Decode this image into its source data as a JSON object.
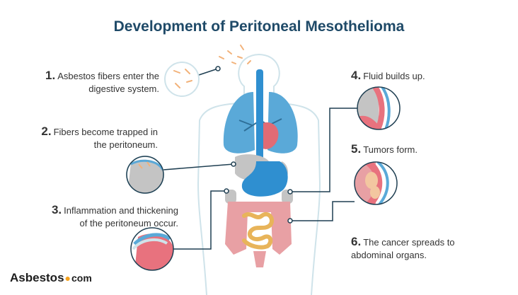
{
  "title": "Development of Peritoneal Mesothelioma",
  "steps": [
    {
      "num": "1.",
      "line1": "Asbestos fibers enter the",
      "line2": "digestive system."
    },
    {
      "num": "2.",
      "line1": "Fibers become trapped in",
      "line2": "the peritoneum."
    },
    {
      "num": "3.",
      "line1": "Inflammation and thickening",
      "line2": "of the peritoneum occur."
    },
    {
      "num": "4.",
      "line1": "Fluid builds up.",
      "line2": ""
    },
    {
      "num": "5.",
      "line1": "Tumors form.",
      "line2": ""
    },
    {
      "num": "6.",
      "line1": "The cancer spreads to",
      "line2": "abdominal organs."
    }
  ],
  "logo": {
    "name": "Asbestos",
    "sep": "●",
    "domain": "com"
  },
  "colors": {
    "title": "#1f4a68",
    "lung": "#5aa9d8",
    "stomach": "#2f8fd0",
    "intestine": "#e8a0a4",
    "small_intestine": "#e8b45a",
    "organ_gray": "#c4c4c4",
    "accent": "#f5a21e"
  }
}
